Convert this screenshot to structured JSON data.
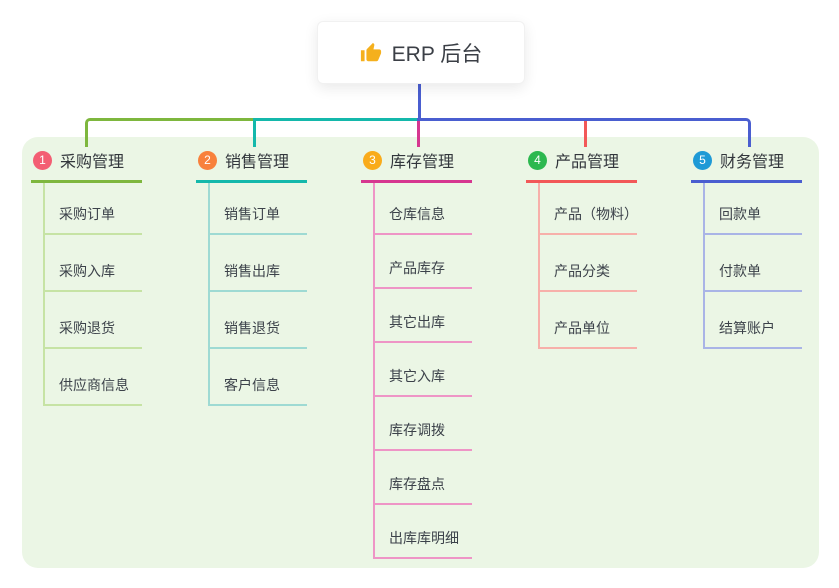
{
  "root": {
    "label": "ERP 后台",
    "icon": "thumbs-up-icon",
    "icon_color": "#f5b01d",
    "line_color": "#4a5ed0"
  },
  "colors": {
    "panel_bg": "#ebf6e5",
    "card_bg": "#ffffff"
  },
  "branches": [
    {
      "index": "1",
      "label": "采购管理",
      "badge_color": "#f35e73",
      "line_color": "#7eb73e",
      "child_line_color": "#c6e3a4",
      "children": [
        "采购订单",
        "采购入库",
        "采购退货",
        "供应商信息"
      ]
    },
    {
      "index": "2",
      "label": "销售管理",
      "badge_color": "#f8813c",
      "line_color": "#14b8ab",
      "child_line_color": "#9edad3",
      "children": [
        "销售订单",
        "销售出库",
        "销售退货",
        "客户信息"
      ]
    },
    {
      "index": "3",
      "label": "库存管理",
      "badge_color": "#f9ab1b",
      "line_color": "#d63790",
      "child_line_color": "#ee95c6",
      "children": [
        "仓库信息",
        "产品库存",
        "其它出库",
        "其它入库",
        "库存调拨",
        "库存盘点",
        "出库库明细"
      ]
    },
    {
      "index": "4",
      "label": "产品管理",
      "badge_color": "#2cb84f",
      "line_color": "#f25858",
      "child_line_color": "#f7b0aa",
      "children": [
        "产品（物料）",
        "产品分类",
        "产品单位"
      ]
    },
    {
      "index": "5",
      "label": "财务管理",
      "badge_color": "#1e9ad6",
      "line_color": "#4a5ed0",
      "child_line_color": "#a9b4e6",
      "children": [
        "回款单",
        "付款单",
        "结算账户"
      ]
    }
  ]
}
